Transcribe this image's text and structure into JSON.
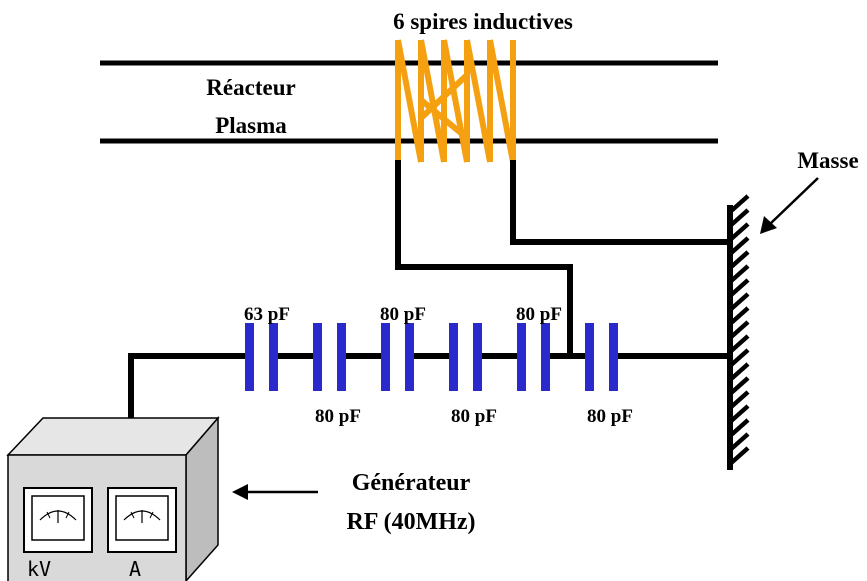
{
  "title": "6 spires inductives",
  "reactor": {
    "line1": "Réacteur",
    "line2": "Plasma"
  },
  "ground_label": "Masse",
  "generator": {
    "line1": "Générateur",
    "line2": "RF (40MHz)"
  },
  "meters": [
    {
      "unit": "kV"
    },
    {
      "unit": "A"
    }
  ],
  "capacitors": [
    {
      "label": "63 pF"
    },
    {
      "label": "80 pF"
    },
    {
      "label": "80 pF"
    },
    {
      "label": "80 pF"
    },
    {
      "label": "80 pF"
    },
    {
      "label": "80 pF"
    }
  ],
  "coil_turns": 6,
  "colors": {
    "coil": "#f5a010",
    "capacitor": "#2a2acc",
    "wire": "#000000",
    "box": "#d9d9d9"
  }
}
